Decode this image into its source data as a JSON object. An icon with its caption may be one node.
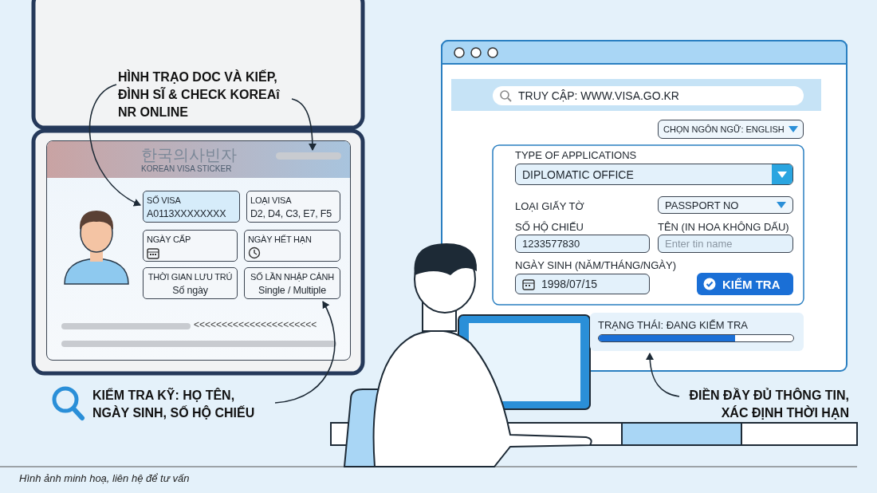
{
  "diagram": {
    "caption": "Hình ảnh minh hoạ, liên hệ để tư vấn",
    "nodes": [
      {
        "text": [
          "HÌNH TRẠO DOC VÀ KIẾP, ĐÌNH SĨ & CHECK KOREAî NR ONLINE"
        ]
      },
      {
        "text": [
          "한국의사빈자",
          "KOREAN VISA STICKER"
        ]
      },
      {
        "text": [],
        "shape": "bar",
        "in": 1
      },
      {
        "text": [
          "SỐ VISA",
          "A0113XXXXXXXX"
        ],
        "in": 1
      },
      {
        "text": [
          "LOẠI VISA",
          "D2, D4, C3, E7, F5"
        ],
        "in": 1
      },
      {
        "text": [
          "NGÀY CẤP"
        ],
        "in": 1
      },
      {
        "text": [
          "NGÀY HẾT HẠN"
        ],
        "in": 1
      },
      {
        "text": [
          "THỜI GIAN LƯU TRÚ",
          "Số ngày"
        ],
        "in": 1
      },
      {
        "text": [
          "SỐ LẦN NHẬP CẢNH",
          "Single / Multiple"
        ],
        "in": 1
      },
      {
        "text": [
          "TRẠNG THÁI: ĐANG KIỂM TRA"
        ]
      },
      {
        "text": [
          "KIỂM TRA KỸ: HỌ TÊN, NGÀY SINH, SỐ HỘ CHIẾU"
        ]
      },
      {
        "text": [
          "ĐIỀN ĐẦY ĐỦ THÔNG TIN, XÁC ĐỊNH THỜI HẠN"
        ]
      }
    ],
    "edges": [
      {
        "from": 0,
        "to": 3,
        "arrow": "to"
      },
      {
        "from": 0,
        "to": 2,
        "arrow": "to"
      },
      {
        "from": 10,
        "to": 8,
        "arrow": "to"
      },
      {
        "from": 11,
        "to": 9,
        "arrow": "to"
      }
    ],
    "labels": [
      "TRUY CẬP: WWW.VISA.GO.KR",
      "CHỌN NGÔN NGỮ: ENGLISH",
      "TYPE OF APPLICATIONS",
      "DIPLOMATIC OFFICE",
      "LOẠI GIẤY TỜ",
      "PASSPORT NO",
      "SỐ HỘ CHIẾU",
      "TÊN (IN HOA KHÔNG DẤU)",
      "1233577830",
      "Enter tin name",
      "NGÀY SINH (NĂM/THÁNG/NGÀY)",
      "1998/07/15",
      "KIỂM TRA",
      "<<<<<<<<<<<<<<<<<<<<<<"
    ]
  }
}
